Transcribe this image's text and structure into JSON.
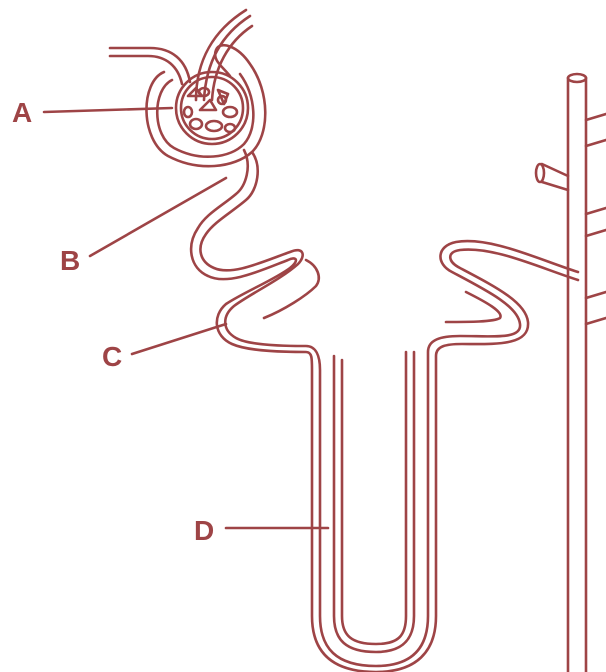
{
  "colors": {
    "stroke": "#9e4446",
    "background": "#ffffff"
  },
  "labels": {
    "a": "A",
    "b": "B",
    "c": "C",
    "d": "D"
  }
}
